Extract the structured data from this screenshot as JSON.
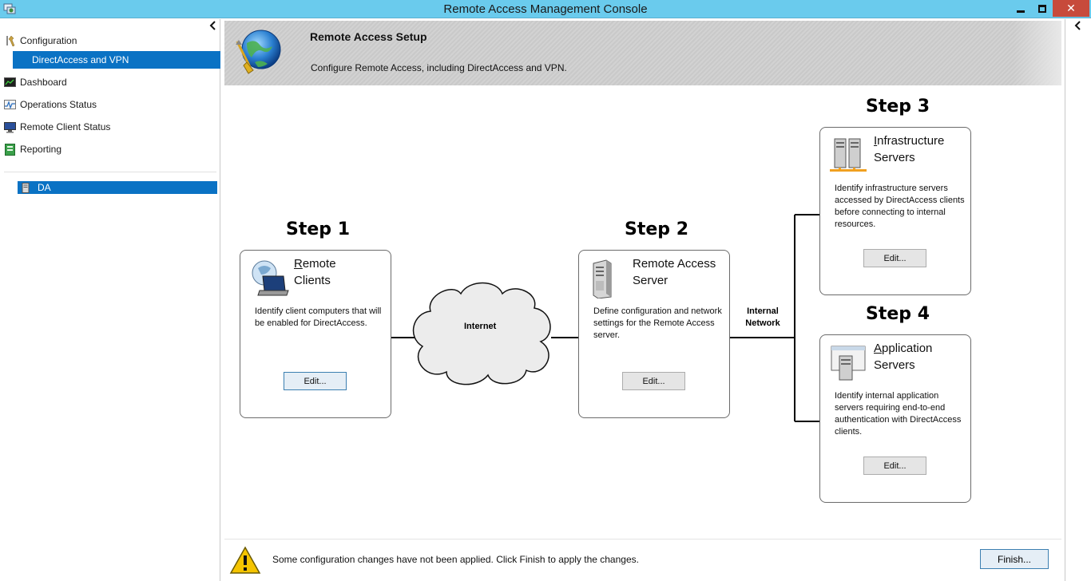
{
  "window": {
    "title": "Remote Access Management Console",
    "min_icon": "minimize-icon",
    "max_icon": "restore-icon",
    "close_glyph": "✕"
  },
  "nav": {
    "items": [
      {
        "label": "Configuration",
        "icon": "configuration-icon"
      },
      {
        "label": "DirectAccess and VPN",
        "selected": true
      },
      {
        "label": "Dashboard",
        "icon": "dashboard-icon"
      },
      {
        "label": "Operations Status",
        "icon": "operations-status-icon"
      },
      {
        "label": "Remote Client Status",
        "icon": "remote-client-status-icon"
      },
      {
        "label": "Reporting",
        "icon": "reporting-icon"
      }
    ],
    "server": {
      "label": "DA",
      "icon": "server-icon",
      "selected": true
    }
  },
  "banner": {
    "title": "Remote Access Setup",
    "subtitle": "Configure Remote Access, including DirectAccess and VPN."
  },
  "steps": [
    {
      "step": "Step 1",
      "name_line1": "Remote",
      "name_line2": "Clients",
      "accel": "R",
      "desc": "Identify client computers that will be enabled for DirectAccess.",
      "edit": "Edit..."
    },
    {
      "step": "Step 2",
      "name_line1": "Remote Access",
      "name_line2": "Server",
      "desc": "Define configuration and network settings for the Remote Access server.",
      "edit": "Edit..."
    },
    {
      "step": "Step 3",
      "name_line1": "Infrastructure",
      "name_line2": "Servers",
      "accel": "I",
      "desc": "Identify infrastructure servers accessed by DirectAccess clients before connecting to internal resources.",
      "edit": "Edit..."
    },
    {
      "step": "Step 4",
      "name_line1": "Application",
      "name_line2": "Servers",
      "accel": "A",
      "desc": "Identify internal application servers requiring end-to-end authentication with DirectAccess clients.",
      "edit": "Edit..."
    }
  ],
  "network": {
    "internet": "Internet",
    "internal_line1": "Internal",
    "internal_line2": "Network"
  },
  "footer": {
    "message": "Some configuration changes have not been applied. Click Finish to apply the changes.",
    "finish": "Finish..."
  },
  "colors": {
    "titlebar": "#6acbed",
    "selection": "#0a72c4",
    "close": "#c74a3b"
  }
}
